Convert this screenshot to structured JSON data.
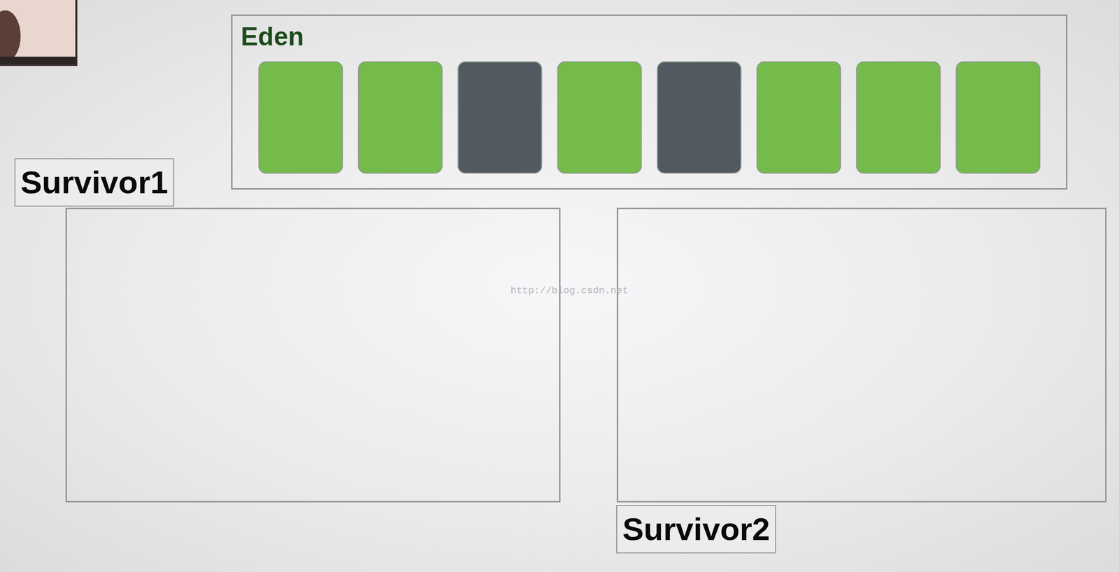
{
  "diagram": {
    "nodes": [
      {
        "text": [
          "Eden"
        ]
      },
      {
        "text": [
          "Survivor1"
        ]
      },
      {
        "text": [
          "Survivor2"
        ]
      }
    ],
    "labels": [
      "http://blog.csdn.net"
    ]
  }
}
